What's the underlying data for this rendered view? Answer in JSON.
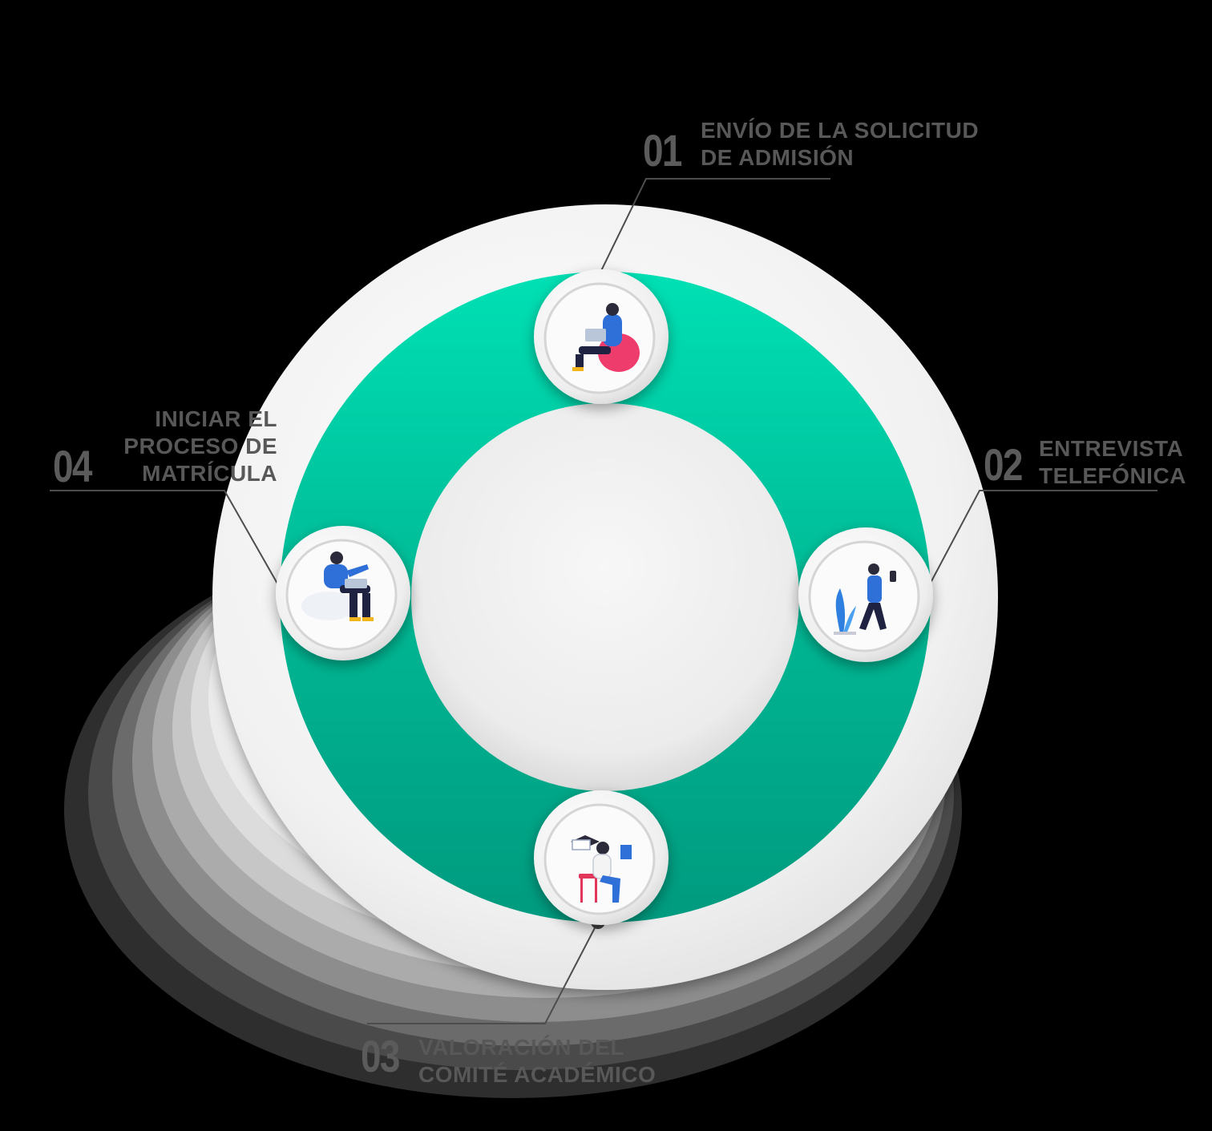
{
  "colors": {
    "background": "#000000",
    "ring_light": "#00e0b4",
    "ring_dark": "#009a80",
    "plate": "#f2f2f2",
    "text": "#585858",
    "connector": "#4d4d4d"
  },
  "steps": [
    {
      "number": "01",
      "line1": "ENVÍO DE LA SOLICITUD",
      "line2": "DE ADMISIÓN",
      "icon": "person-beanbag-laptop-icon"
    },
    {
      "number": "02",
      "line1": "ENTREVISTA",
      "line2": "TELEFÓNICA",
      "icon": "person-walking-phone-icon"
    },
    {
      "number": "03",
      "line1": "VALORACIÓN DEL",
      "line2": "COMITÉ ACADÉMICO",
      "icon": "graduate-chair-book-icon"
    },
    {
      "number": "04",
      "line1": "INICIAR EL",
      "line2": "PROCESO DE",
      "line3": "MATRÍCULA",
      "icon": "person-sofa-laptop-icon"
    }
  ]
}
